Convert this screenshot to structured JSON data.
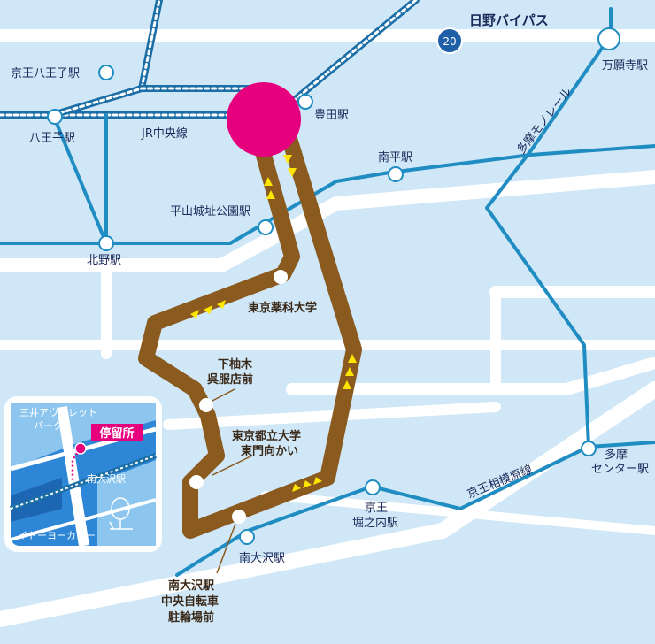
{
  "colors": {
    "background": "#cfe7f6",
    "road": "#ffffff",
    "rail": "#1f8cc2",
    "rail_dark": "#1b6ea6",
    "bus_route": "#8a5a1e",
    "route_arrow": "#ffe600",
    "terminal": "#e6007e",
    "text": "#1b2a5a"
  },
  "roads": {
    "hino_bypass": "日野バイパス",
    "route_number": "20"
  },
  "lines": {
    "jr_chuo": "JR中央線",
    "tama_monorail": "多摩モノレール",
    "keio_sagamihara": "京王相模原線"
  },
  "stations": {
    "keio_hachioji": "京王八王子駅",
    "hachioji": "八王子駅",
    "toyoda": "豊田駅",
    "manganji": "万願寺駅",
    "minamidaira": "南平駅",
    "hirayamajoshi_koen": "平山城址公園駅",
    "kitano": "北野駅",
    "minami_osawa": "南大沢駅",
    "keio_horinouchi_line1": "京王",
    "keio_horinouchi_line2": "堀之内駅",
    "tama_center_line1": "多摩",
    "tama_center_line2": "センター駅"
  },
  "bus_stops": {
    "tokyo_yakka": "東京薬科大学",
    "shimoyugi_line1": "下柚木",
    "shimoyugi_line2": "呉服店前",
    "tmu_line1": "東京都立大学",
    "tmu_line2": "東門向かい",
    "minamiosawa_bike_line1": "南大沢駅",
    "minamiosawa_bike_line2": "中央自転車",
    "minamiosawa_bike_line3": "駐輪場前"
  },
  "inset": {
    "mitsui_line1": "三井アウトレット",
    "mitsui_line2": "パーク",
    "bus_stop_badge": "停留所",
    "station": "南大沢駅",
    "ito_yokado": "イトーヨーカドー"
  }
}
